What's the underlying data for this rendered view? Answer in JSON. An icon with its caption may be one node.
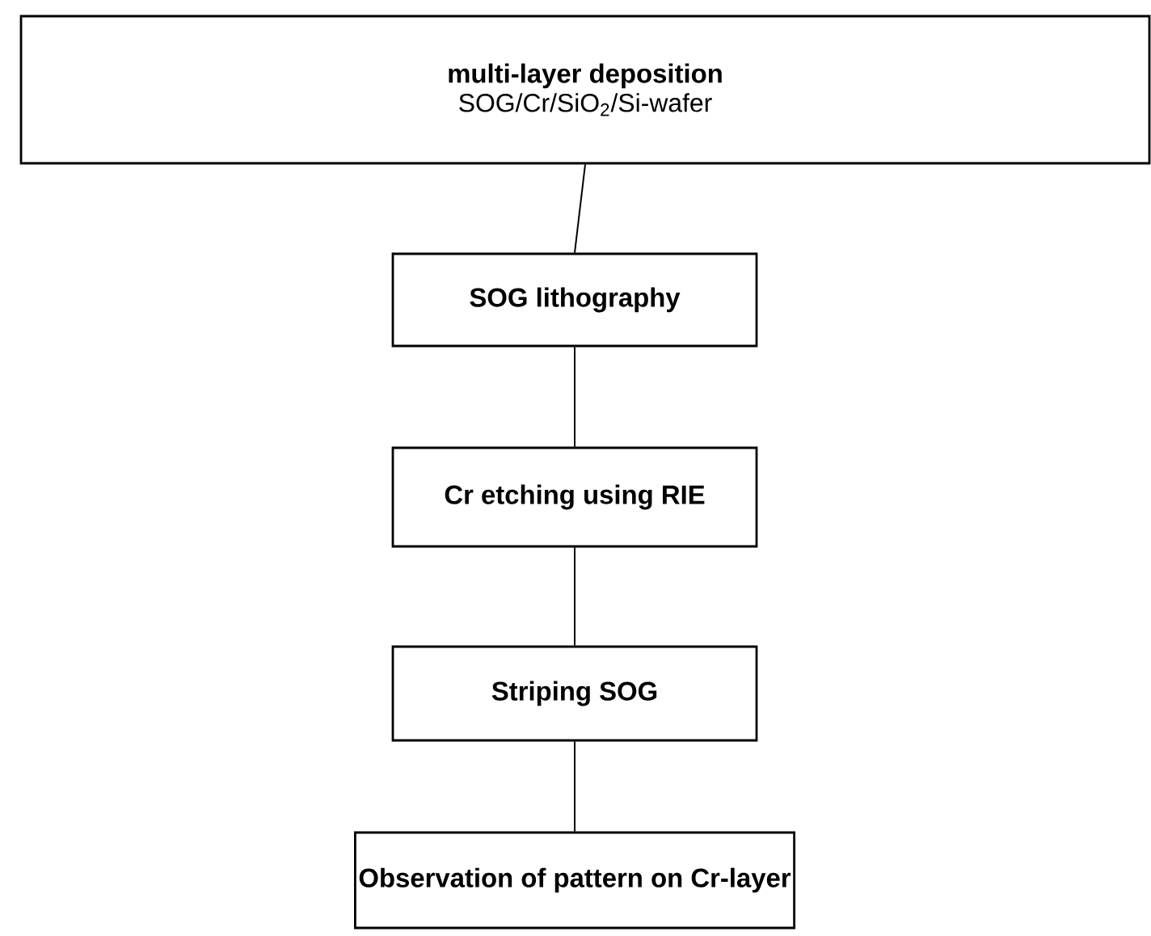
{
  "diagram": {
    "nodes": [
      {
        "text": [
          "multi-layer deposition",
          "SOG/Cr/SiO$_{2}$/Si-wafer"
        ]
      },
      {
        "text": [
          "SOG lithography"
        ]
      },
      {
        "text": [
          "Cr etching using RIE"
        ]
      },
      {
        "text": [
          "Striping SOG"
        ]
      },
      {
        "text": [
          "Observation of pattern on Cr-layer"
        ]
      }
    ],
    "edges": [
      {
        "from": 0,
        "to": 1,
        "arrow": "none"
      },
      {
        "from": 1,
        "to": 2,
        "arrow": "none"
      },
      {
        "from": 2,
        "to": 3,
        "arrow": "none"
      },
      {
        "from": 3,
        "to": 4,
        "arrow": "none"
      }
    ]
  }
}
